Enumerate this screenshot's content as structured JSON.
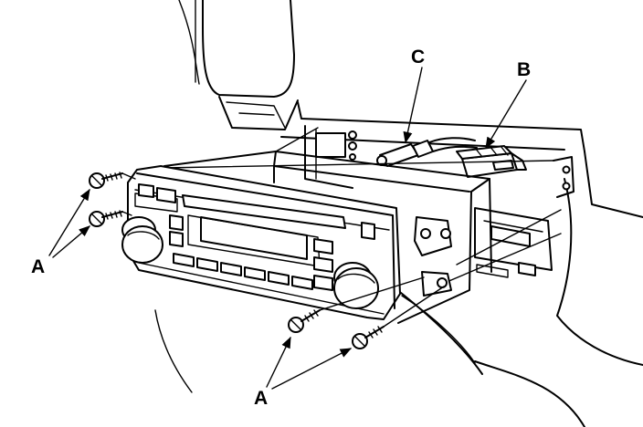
{
  "figure": {
    "callouts": {
      "a_left": "A",
      "a_bottom": "A",
      "b": "B",
      "c": "C"
    },
    "parts": [
      "audio-unit",
      "mounting-screws",
      "connector",
      "antenna-lead",
      "dashboard-bracket"
    ]
  }
}
